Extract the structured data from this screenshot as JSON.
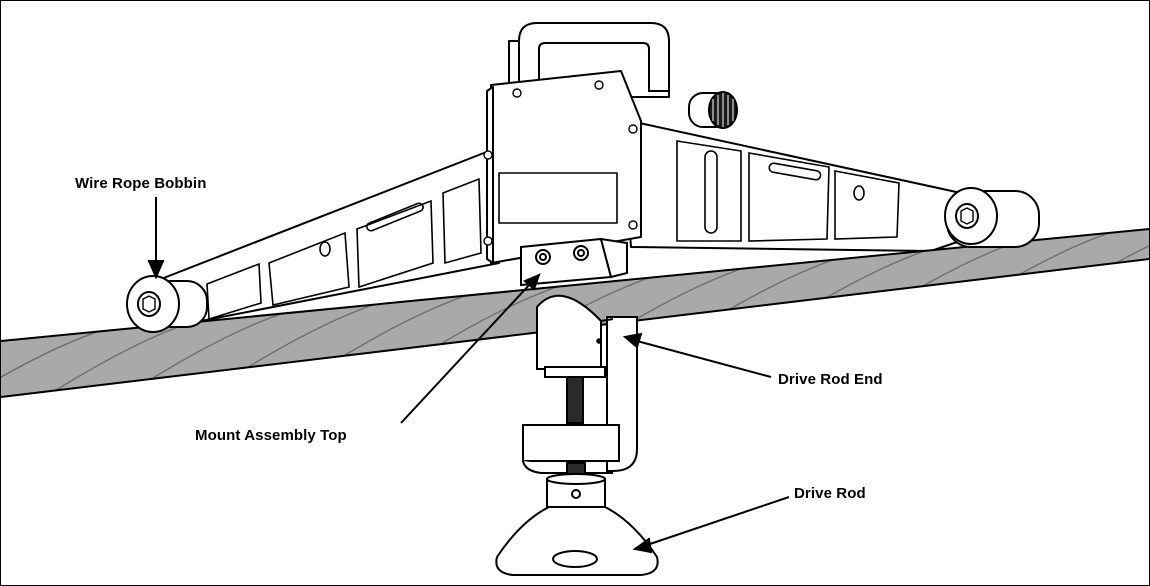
{
  "diagram": {
    "callouts": {
      "wire_rope_bobbin": "Wire Rope Bobbin",
      "drive_rod_end": "Drive Rod End",
      "mount_assembly_top": "Mount Assembly Top",
      "drive_rod": "Drive Rod"
    },
    "colors": {
      "line": "#000000",
      "rope_fill": "#a9a9a9",
      "rope_stripe": "#6e6e6e",
      "body_fill": "#ffffff"
    }
  }
}
